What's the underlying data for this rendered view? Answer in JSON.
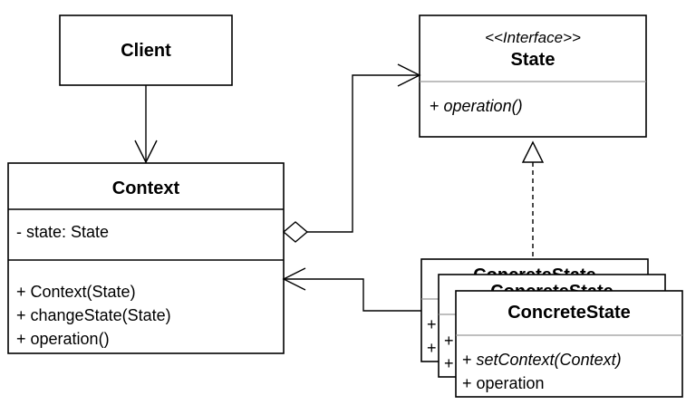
{
  "client": {
    "name": "Client"
  },
  "context": {
    "name": "Context",
    "attributes": [
      "- state: State"
    ],
    "operations": [
      "+ Context(State)",
      "+ changeState(State)",
      "+ operation()"
    ]
  },
  "state": {
    "stereotype": "<<Interface>>",
    "name": "State",
    "operations": [
      "+ operation()"
    ]
  },
  "concrete_state": {
    "name": "ConcreteState",
    "back_name_1": "ConcreteState",
    "back_name_2": "ConcreteState",
    "back_marker": "+",
    "operations": [
      "+ setContext(Context)",
      "+ operation"
    ]
  }
}
